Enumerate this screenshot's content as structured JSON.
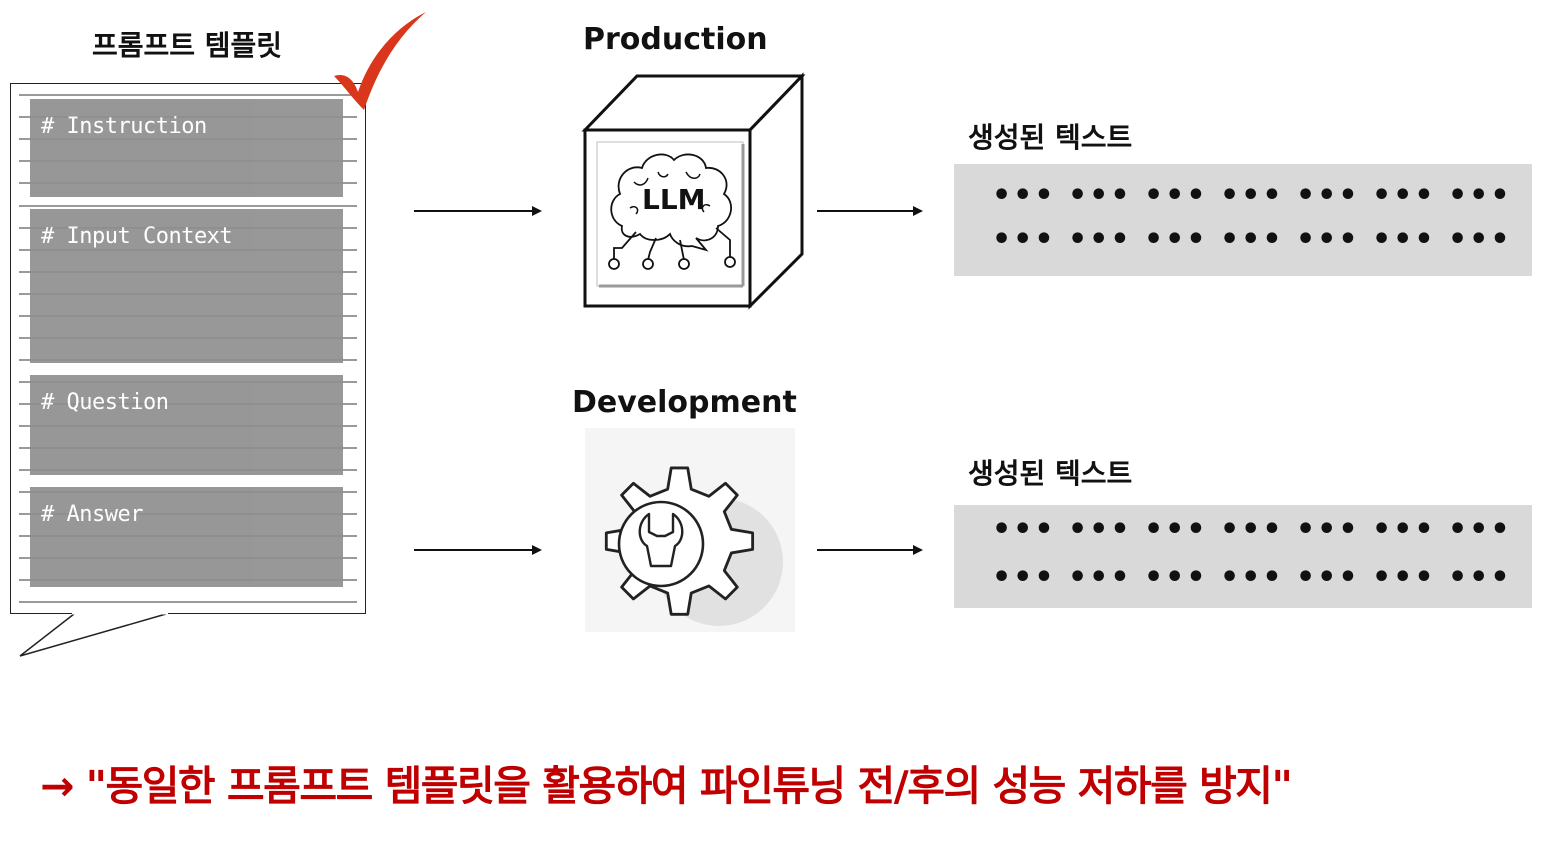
{
  "template": {
    "title": "프롬프트 템플릿",
    "sections": [
      {
        "label": "# Instruction"
      },
      {
        "label": "# Input Context"
      },
      {
        "label": "# Question"
      },
      {
        "label": "# Answer"
      }
    ]
  },
  "production": {
    "title": "Production",
    "model_label": "LLM"
  },
  "development": {
    "title": "Development"
  },
  "outputs": [
    {
      "title": "생성된 텍스트",
      "rows": [
        [
          "•••",
          "•••",
          "•••",
          "•••",
          "•••",
          "•••",
          "•••"
        ],
        [
          "•••",
          "•••",
          "•••",
          "•••",
          "•••",
          "•••",
          "•••"
        ]
      ]
    },
    {
      "title": "생성된 텍스트",
      "rows": [
        [
          "•••",
          "•••",
          "•••",
          "•••",
          "•••",
          "•••",
          "•••"
        ],
        [
          "•••",
          "•••",
          "•••",
          "•••",
          "•••",
          "•••",
          "•••"
        ]
      ]
    }
  ],
  "conclusion": "→  \"동일한 프롬프트 템플릿을 활용하여 파인튜닝 전/후의 성능 저하를 방지\"",
  "colors": {
    "check": "#d9361b",
    "conclusion": "#c00000",
    "section_fill": "#8f8f8f",
    "output_box": "#d9d9d9"
  },
  "icons": [
    "checkmark-icon",
    "cube-icon",
    "brain-circuit-icon",
    "gear-wrench-icon",
    "arrow-right-icon"
  ]
}
